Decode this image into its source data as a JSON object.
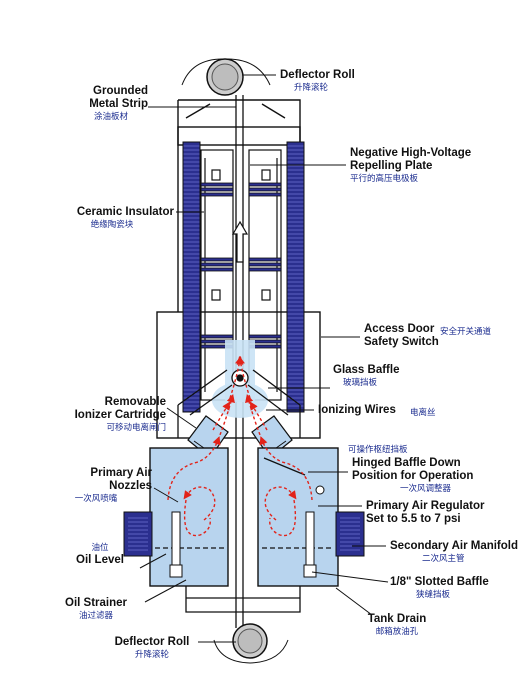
{
  "labels": {
    "deflector_top": {
      "en": "Deflector Roll",
      "zh": "升降滚轮"
    },
    "grounded_strip": {
      "en1": "Grounded",
      "en2": "Metal Strip",
      "zh": "涂油板材"
    },
    "neg_plate": {
      "en1": "Negative High-Voltage",
      "en2": "Repelling Plate",
      "zh": "平行的高压电极板"
    },
    "ceramic": {
      "en": "Ceramic Insulator",
      "zh": "绝缘陶瓷块"
    },
    "access_door": {
      "en1": "Access Door",
      "en2": "Safety Switch",
      "zh": "安全开关通道"
    },
    "glass_baffle": {
      "en": "Glass Baffle",
      "zh": "玻璃挡板"
    },
    "removable": {
      "en1": "Removable",
      "en2": "Ionizer Cartridge",
      "zh": "可移动电离闸门"
    },
    "ionizing_wires": {
      "en": "Ionizing Wires",
      "zh": "电离丝"
    },
    "hinged_zh": "可操作枢纽挡板",
    "hinged": {
      "en1": "Hinged Baffle Down",
      "en2": "Position for Operation",
      "zh": "一次风调整器"
    },
    "primary_nozzles": {
      "en1": "Primary Air",
      "en2": "Nozzles",
      "zh": "一次风喷嘴"
    },
    "primary_reg": {
      "en1": "Primary Air Regulator",
      "en2": "Set to 5.5 to 7 psi"
    },
    "secondary": {
      "en": "Secondary Air Manifold",
      "zh": "二次风主管"
    },
    "oil_level": {
      "zh": "油位",
      "en": "Oil Level"
    },
    "slotted": {
      "en": "1/8\" Slotted Baffle",
      "zh": "狭缝挡板"
    },
    "oil_strainer": {
      "en": "Oil Strainer",
      "zh": "油过滤器"
    },
    "tank_drain": {
      "en": "Tank Drain",
      "zh": "邮箱放油孔"
    },
    "deflector_bottom": {
      "en": "Deflector Roll",
      "zh": "升降滚轮"
    }
  },
  "colors": {
    "plate": "#2b2f8f",
    "plate_stripe": "#5a5fc0",
    "tank": "#b8d4ee",
    "outline": "#1a1a1a",
    "arrow": "#e2231a",
    "label_zh": "#1b2c8f"
  }
}
